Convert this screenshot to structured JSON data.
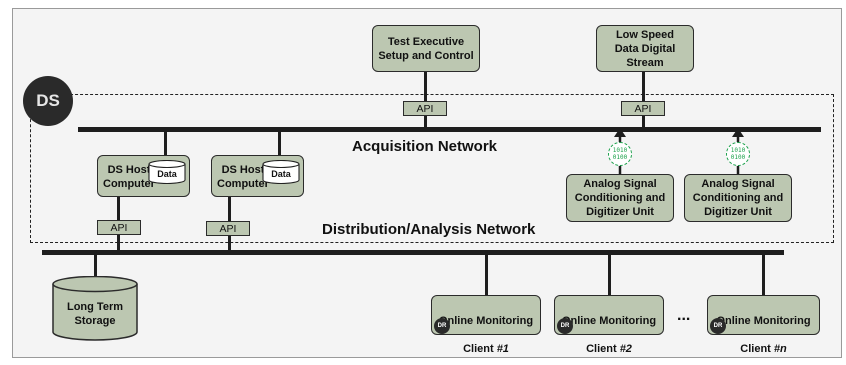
{
  "logo_text": "DS",
  "networks": {
    "acquisition": "Acquisition Network",
    "distribution": "Distribution/Analysis Network"
  },
  "top_boxes": {
    "test_executive": "Test Executive\nSetup and Control",
    "low_speed": "Low Speed\nData Digital\nStream"
  },
  "api_label": "API",
  "hosts": [
    {
      "label": "DS Host\nComputer",
      "db_label": "Data"
    },
    {
      "label": "DS Host\nComputer",
      "db_label": "Data"
    }
  ],
  "analog_units": [
    {
      "label": "Analog Signal\nConditioning and\nDigitizer Unit",
      "binary": [
        "1010",
        "0100"
      ]
    },
    {
      "label": "Analog Signal\nConditioning and\nDigitizer Unit",
      "binary": [
        "1010",
        "0100"
      ]
    }
  ],
  "storage": "Long Term\nStorage",
  "clients": [
    {
      "title": "Online Monitoring",
      "prefix": "Client ",
      "number": "#1",
      "badge": "DR"
    },
    {
      "title": "Online Monitoring",
      "prefix": "Client ",
      "number": "#2",
      "badge": "DR"
    },
    {
      "title": "Online Monitoring",
      "prefix": "Client ",
      "number": "#n",
      "badge": "DR"
    }
  ],
  "ellipsis": "..."
}
